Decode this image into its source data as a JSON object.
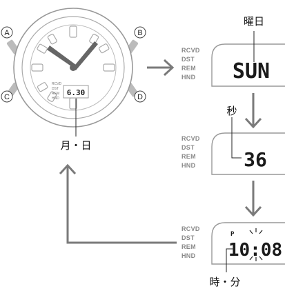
{
  "watch": {
    "buttons": [
      "A",
      "B",
      "C",
      "D"
    ],
    "indicators": [
      "RCVD",
      "DST",
      "REM",
      "HND"
    ],
    "digital_date": "6.30",
    "date_label": "月・日"
  },
  "screens": [
    {
      "indicators": [
        "RCVD",
        "DST",
        "REM",
        "HND"
      ],
      "value": "SUN",
      "callout": "曜日"
    },
    {
      "indicators": [
        "RCVD",
        "DST",
        "REM",
        "HND"
      ],
      "value": "36",
      "callout": "秒"
    },
    {
      "indicators": [
        "RCVD",
        "DST",
        "REM",
        "HND"
      ],
      "pm_mark": "P",
      "value": "10:08",
      "callout": "時・分"
    }
  ],
  "colors": {
    "outline": "#999999",
    "arrow": "#7a7a7a",
    "hands": "#666666",
    "buttons": "#aaaaaa"
  }
}
